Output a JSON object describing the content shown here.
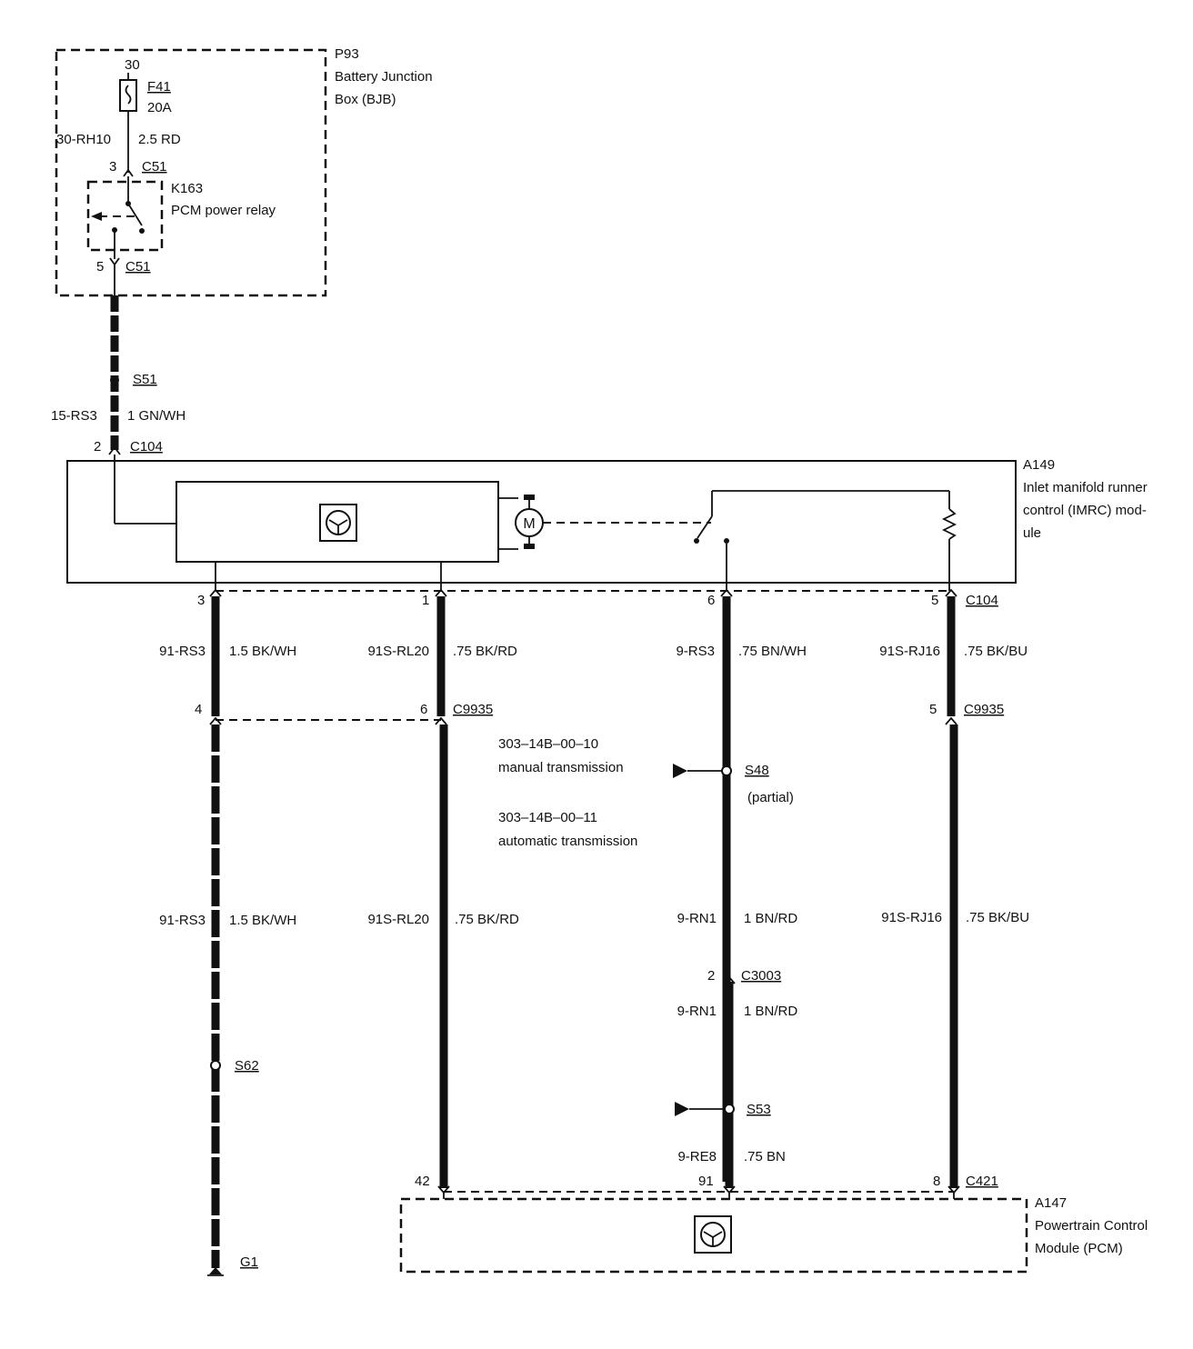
{
  "bjb": {
    "ref": "P93",
    "name_line1": "Battery Junction",
    "name_line2": "Box (BJB)"
  },
  "fuse": {
    "pin": "30",
    "ref": "F41",
    "rating": "20A"
  },
  "wire_bjb": {
    "circuit": "30-RH10",
    "gauge": "2.5 RD"
  },
  "c51_top": {
    "pin": "3",
    "ref": "C51"
  },
  "relay": {
    "ref": "K163",
    "name": "PCM power relay"
  },
  "c51_bottom": {
    "pin": "5",
    "ref": "C51"
  },
  "splice_s51": {
    "ref": "S51"
  },
  "wire_main": {
    "circuit": "15-RS3",
    "gauge": "1 GN/WH"
  },
  "c104_in": {
    "pin": "2",
    "ref": "C104"
  },
  "imrc": {
    "ref": "A149",
    "line1": "Inlet manifold runner",
    "line2": "control (IMRC) mod-",
    "line3": "ule"
  },
  "motor_symbol": "M",
  "c104_out": {
    "pin_a": "3",
    "pin_b": "1",
    "pin_c": "6",
    "pin_d": "5",
    "ref": "C104"
  },
  "wires_upper": {
    "a": {
      "circuit": "91-RS3",
      "gauge": "1.5 BK/WH"
    },
    "b": {
      "circuit": "91S-RL20",
      "gauge": ".75 BK/RD"
    },
    "c": {
      "circuit": "9-RS3",
      "gauge": ".75 BN/WH"
    },
    "d": {
      "circuit": "91S-RJ16",
      "gauge": ".75 BK/BU"
    }
  },
  "c9935": {
    "pin_a": "4",
    "pin_b": "6",
    "ref_b": "C9935",
    "pin_d": "5",
    "ref_d": "C9935"
  },
  "notes": {
    "manual_code": "303–14B–00–10",
    "manual_label": "manual transmission",
    "auto_code": "303–14B–00–11",
    "auto_label": "automatic transmission"
  },
  "splice_s48": {
    "ref": "S48",
    "note": "(partial)"
  },
  "wires_lower": {
    "a": {
      "circuit": "91-RS3",
      "gauge": "1.5 BK/WH"
    },
    "b": {
      "circuit": "91S-RL20",
      "gauge": ".75 BK/RD"
    },
    "c": {
      "circuit": "9-RN1",
      "gauge": "1 BN/RD"
    },
    "d": {
      "circuit": "91S-RJ16",
      "gauge": ".75 BK/BU"
    }
  },
  "c3003": {
    "pin": "2",
    "ref": "C3003"
  },
  "wire_c_mid": {
    "circuit": "9-RN1",
    "gauge": "1 BN/RD"
  },
  "splice_s53": {
    "ref": "S53"
  },
  "wire_c_bottom": {
    "circuit": "9-RE8",
    "gauge": ".75 BN"
  },
  "splice_s62": {
    "ref": "S62"
  },
  "ground": {
    "ref": "G1"
  },
  "c421": {
    "pin_b": "42",
    "pin_c": "91",
    "pin_d": "8",
    "ref": "C421"
  },
  "pcm": {
    "ref": "A147",
    "line1": "Powertrain Control",
    "line2": "Module (PCM)"
  }
}
